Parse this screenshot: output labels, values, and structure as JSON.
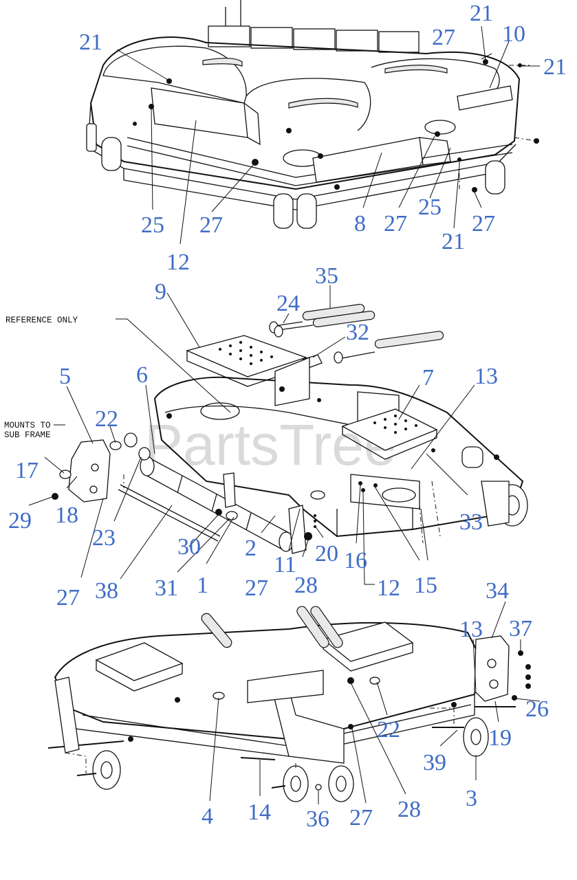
{
  "watermark": "PartsTree",
  "notes": {
    "reference_only": "REFERENCE ONLY",
    "mounts_line1": "MOUNTS TO",
    "mounts_line2": "SUB FRAME"
  },
  "callouts": [
    {
      "id": "c-21-a",
      "label": "21"
    },
    {
      "id": "c-21-b",
      "label": "21"
    },
    {
      "id": "c-27-a",
      "label": "27"
    },
    {
      "id": "c-10",
      "label": "10"
    },
    {
      "id": "c-21-c",
      "label": "21"
    },
    {
      "id": "c-25-a",
      "label": "25"
    },
    {
      "id": "c-27-b",
      "label": "27"
    },
    {
      "id": "c-12-a",
      "label": "12"
    },
    {
      "id": "c-8",
      "label": "8"
    },
    {
      "id": "c-27-c",
      "label": "27"
    },
    {
      "id": "c-25-b",
      "label": "25"
    },
    {
      "id": "c-21-d",
      "label": "21"
    },
    {
      "id": "c-27-d",
      "label": "27"
    },
    {
      "id": "c-9",
      "label": "9"
    },
    {
      "id": "c-35",
      "label": "35"
    },
    {
      "id": "c-24",
      "label": "24"
    },
    {
      "id": "c-32",
      "label": "32"
    },
    {
      "id": "c-5",
      "label": "5"
    },
    {
      "id": "c-6",
      "label": "6"
    },
    {
      "id": "c-7",
      "label": "7"
    },
    {
      "id": "c-13-a",
      "label": "13"
    },
    {
      "id": "c-22-a",
      "label": "22"
    },
    {
      "id": "c-17",
      "label": "17"
    },
    {
      "id": "c-29",
      "label": "29"
    },
    {
      "id": "c-18",
      "label": "18"
    },
    {
      "id": "c-23",
      "label": "23"
    },
    {
      "id": "c-33",
      "label": "33"
    },
    {
      "id": "c-30",
      "label": "30"
    },
    {
      "id": "c-2",
      "label": "2"
    },
    {
      "id": "c-20",
      "label": "20"
    },
    {
      "id": "c-16",
      "label": "16"
    },
    {
      "id": "c-11",
      "label": "11"
    },
    {
      "id": "c-38",
      "label": "38"
    },
    {
      "id": "c-31",
      "label": "31"
    },
    {
      "id": "c-1",
      "label": "1"
    },
    {
      "id": "c-27-e",
      "label": "27"
    },
    {
      "id": "c-28-a",
      "label": "28"
    },
    {
      "id": "c-12-b",
      "label": "12"
    },
    {
      "id": "c-15",
      "label": "15"
    },
    {
      "id": "c-27-f",
      "label": "27"
    },
    {
      "id": "c-34",
      "label": "34"
    },
    {
      "id": "c-13-b",
      "label": "13"
    },
    {
      "id": "c-37",
      "label": "37"
    },
    {
      "id": "c-26",
      "label": "26"
    },
    {
      "id": "c-19",
      "label": "19"
    },
    {
      "id": "c-22-b",
      "label": "22"
    },
    {
      "id": "c-39",
      "label": "39"
    },
    {
      "id": "c-3",
      "label": "3"
    },
    {
      "id": "c-4",
      "label": "4"
    },
    {
      "id": "c-14",
      "label": "14"
    },
    {
      "id": "c-36",
      "label": "36"
    },
    {
      "id": "c-27-g",
      "label": "27"
    },
    {
      "id": "c-28-b",
      "label": "28"
    }
  ]
}
